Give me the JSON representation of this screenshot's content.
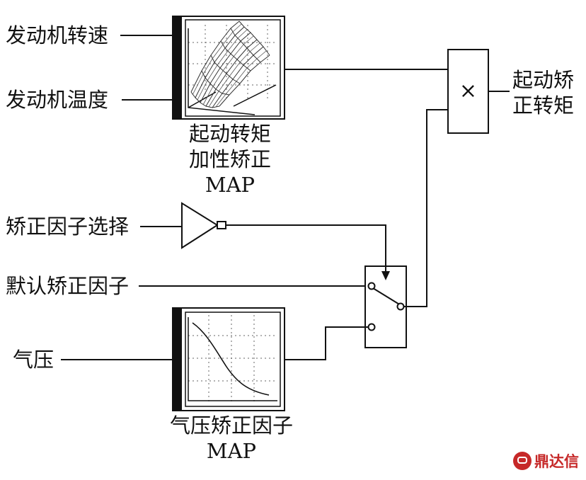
{
  "inputs": {
    "engine_speed": "发动机转速",
    "engine_temp": "发动机温度",
    "select": "矫正因子选择",
    "default": "默认矫正因子",
    "pressure": "气压"
  },
  "map1": {
    "line1": "起动转矩",
    "line2": "加性矫正",
    "line3": "MAP"
  },
  "map2": {
    "line1": "气压矫正因子",
    "line2": "MAP"
  },
  "multiplier": {
    "symbol": "×"
  },
  "output": {
    "line1": "起动矫",
    "line2": "正转矩"
  },
  "watermark": {
    "text": "鼎达信"
  }
}
